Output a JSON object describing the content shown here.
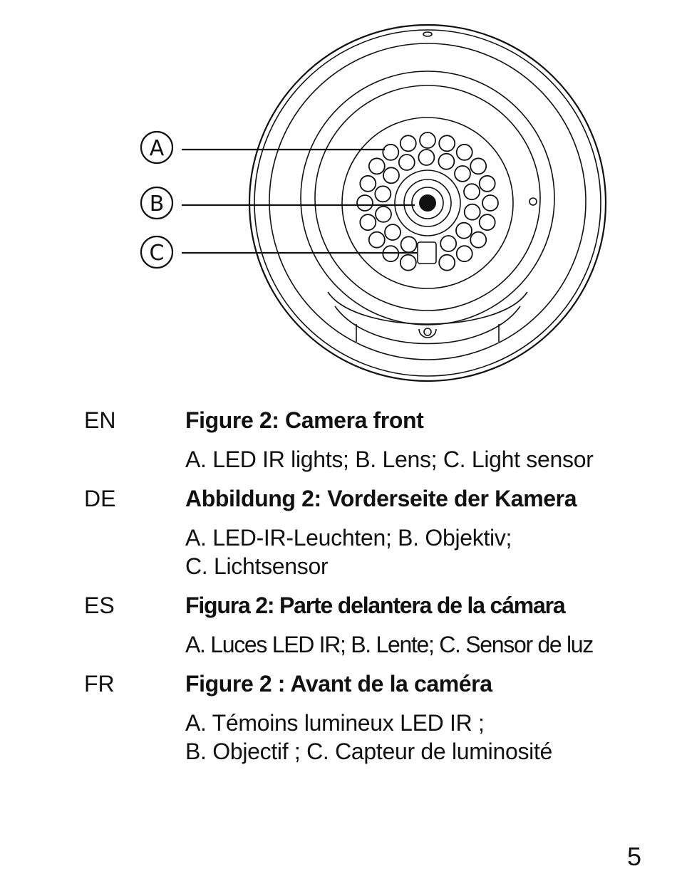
{
  "figure": {
    "callouts": [
      {
        "letter": "A",
        "target": "led-ir-light"
      },
      {
        "letter": "B",
        "target": "lens"
      },
      {
        "letter": "C",
        "target": "light-sensor"
      }
    ],
    "stroke_color": "#111111"
  },
  "sections": [
    {
      "lang": "EN",
      "heading": "Figure 2: Camera front",
      "lines": [
        "A. LED IR lights; B. Lens; C. Light sensor"
      ]
    },
    {
      "lang": "DE",
      "heading": "Abbildung 2: Vorderseite der Kamera",
      "lines": [
        "A. LED-IR-Leuchten; B. Objektiv;",
        "C. Lichtsensor"
      ]
    },
    {
      "lang": "ES",
      "heading": "Figura 2: Parte delantera de la cámara",
      "lines": [
        "A. Luces LED IR; B. Lente; C. Sensor de luz"
      ]
    },
    {
      "lang": "FR",
      "heading": "Figure 2 : Avant de la caméra",
      "lines": [
        "A. Témoins lumineux LED IR ;",
        "B. Objectif ; C. Capteur de luminosité"
      ]
    }
  ],
  "page_number": "5"
}
